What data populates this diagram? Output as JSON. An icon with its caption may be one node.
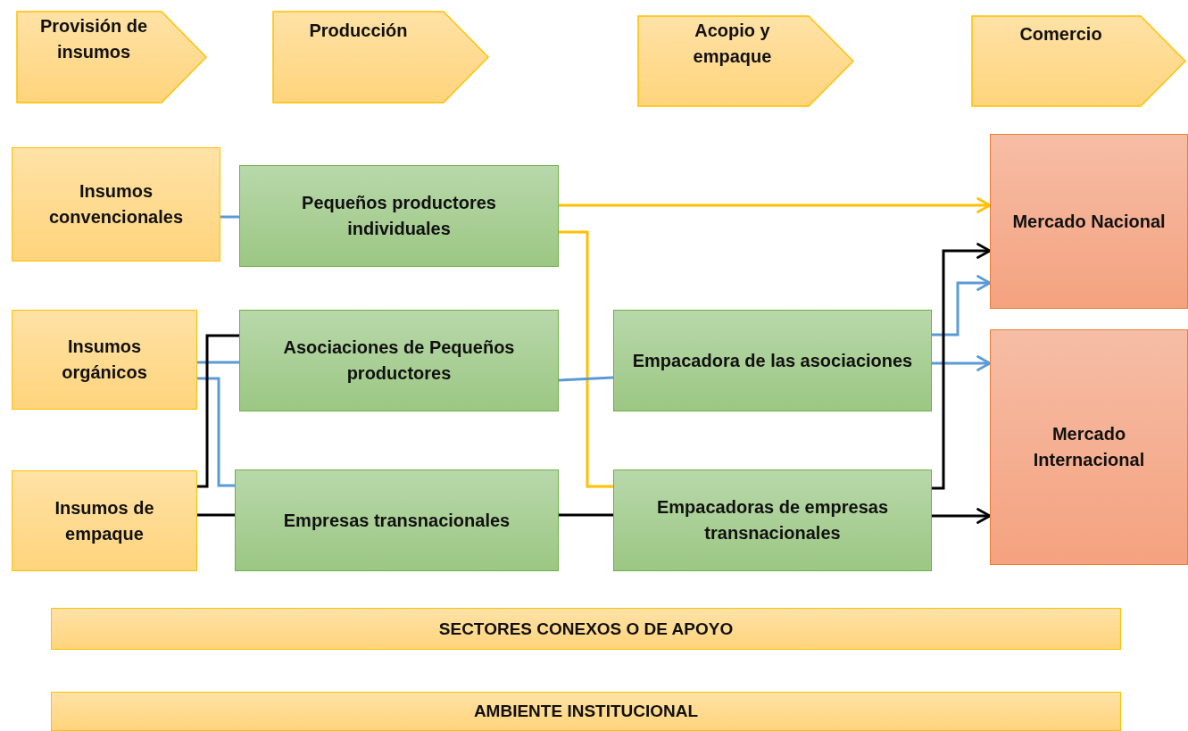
{
  "diagram": {
    "nodes": [
      {
        "text": [
          "Provisión de insumos"
        ]
      },
      {
        "text": [
          "Producción"
        ]
      },
      {
        "text": [
          "Acopio y empaque"
        ]
      },
      {
        "text": [
          "Comercio"
        ]
      },
      {
        "text": [
          "Insumos convencionales"
        ]
      },
      {
        "text": [
          "Pequeños productores individuales"
        ]
      },
      {
        "text": [
          "Mercado Nacional"
        ]
      },
      {
        "text": [
          "Insumos orgánicos"
        ]
      },
      {
        "text": [
          "Asociaciones de Pequeños productores"
        ]
      },
      {
        "text": [
          "Empacadora de las asociaciones"
        ]
      },
      {
        "text": [
          "Mercado Internacional"
        ]
      },
      {
        "text": [
          "Insumos de empaque"
        ]
      },
      {
        "text": [
          "Empresas transnacionales"
        ]
      },
      {
        "text": [
          "Empacadoras de empresas transnacionales"
        ]
      },
      {
        "text": [
          "SECTORES CONEXOS O DE APOYO"
        ]
      },
      {
        "text": [
          "AMBIENTE INSTITUCIONAL"
        ]
      }
    ],
    "edges": [
      {
        "from": 4,
        "to": 5,
        "arrow": "none"
      },
      {
        "from": 5,
        "to": 6,
        "arrow": "to",
        "color": "#ffc000"
      },
      {
        "from": 5,
        "to": 13,
        "arrow": "none",
        "color": "#ffc000"
      },
      {
        "from": 7,
        "to": 8,
        "arrow": "none"
      },
      {
        "from": 7,
        "to": 12,
        "arrow": "none"
      },
      {
        "from": 11,
        "to": 8,
        "arrow": "none",
        "color": "#000000"
      },
      {
        "from": 11,
        "to": 12,
        "arrow": "none",
        "color": "#000000"
      },
      {
        "from": 8,
        "to": 9,
        "arrow": "none"
      },
      {
        "from": 9,
        "to": 6,
        "arrow": "to"
      },
      {
        "from": 9,
        "to": 10,
        "arrow": "to"
      },
      {
        "from": 12,
        "to": 13,
        "arrow": "none",
        "color": "#000000"
      },
      {
        "from": 13,
        "to": 6,
        "arrow": "to",
        "color": "#000000"
      },
      {
        "from": 13,
        "to": 10,
        "arrow": "to",
        "color": "#000000"
      }
    ]
  }
}
